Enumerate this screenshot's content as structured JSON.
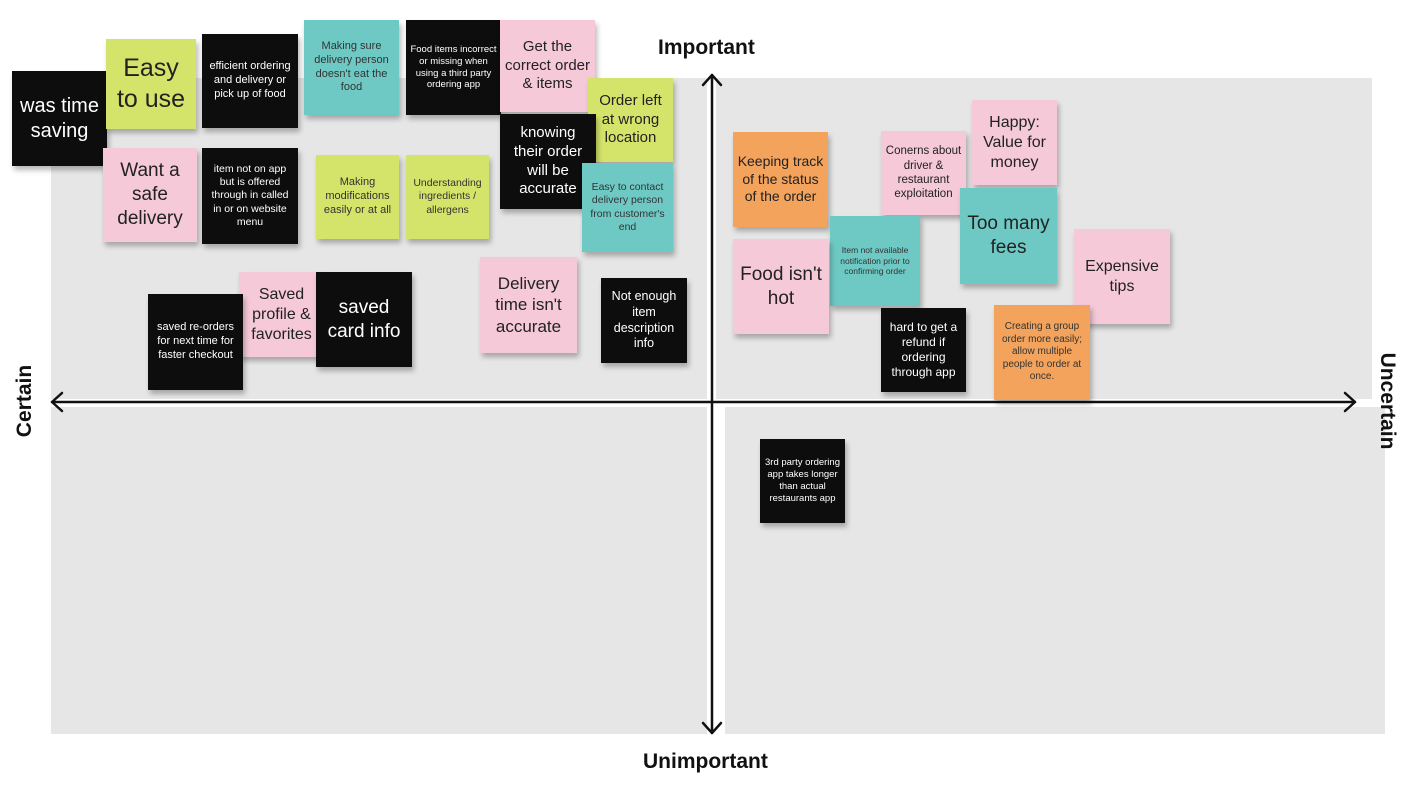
{
  "axes": {
    "top": "Important",
    "bottom": "Unimportant",
    "left": "Certain",
    "right": "Uncertain"
  },
  "colors": {
    "background": "#e6e6e6",
    "axis": "#111111",
    "black": "#0d0d0d",
    "yellow": "#d4e46a",
    "teal": "#6ec9c4",
    "pink": "#f5c9d8",
    "orange": "#f3a35c"
  },
  "notes": {
    "was_time_saving": "was time saving",
    "easy_to_use": "Easy to use",
    "efficient_ordering": "efficient ordering and delivery or pick up of food",
    "delivery_person_eat": "Making sure delivery person doesn't eat the food",
    "food_items_incorrect": "Food items incorrect or missing when using a third party ordering app",
    "get_correct_order": "Get the correct order & items",
    "order_left_wrong": "Order left at wrong location",
    "knowing_accurate": "knowing their order will be accurate",
    "easy_to_contact": "Easy to contact delivery person from customer's end",
    "want_safe_delivery": "Want a safe delivery",
    "item_not_on_app": "item not on app but is offered through in called in or on website menu",
    "making_modifications": "Making modifications easily or at all",
    "understanding_ingredients": "Understanding ingredients / allergens",
    "saved_profile": "Saved profile & favorites",
    "saved_card": "saved card info",
    "saved_reorders": "saved re-orders for next time for faster checkout",
    "delivery_time": "Delivery time isn't accurate",
    "not_enough_description": "Not enough item description info",
    "keeping_track": "Keeping track of the status of the order",
    "concerns_exploitation": "Conerns about driver & restaurant exploitation",
    "happy_value": "Happy: Value for money",
    "item_not_available": "Item not available notification prior to confirming order",
    "too_many_fees": "Too many fees",
    "expensive_tips": "Expensive tips",
    "food_not_hot": "Food isn't hot",
    "hard_refund": "hard to get a refund if ordering through app",
    "group_order": "Creating a group order more easily; allow multiple people to order at once.",
    "third_party_longer": "3rd party ordering app takes longer than actual restaurants app"
  }
}
